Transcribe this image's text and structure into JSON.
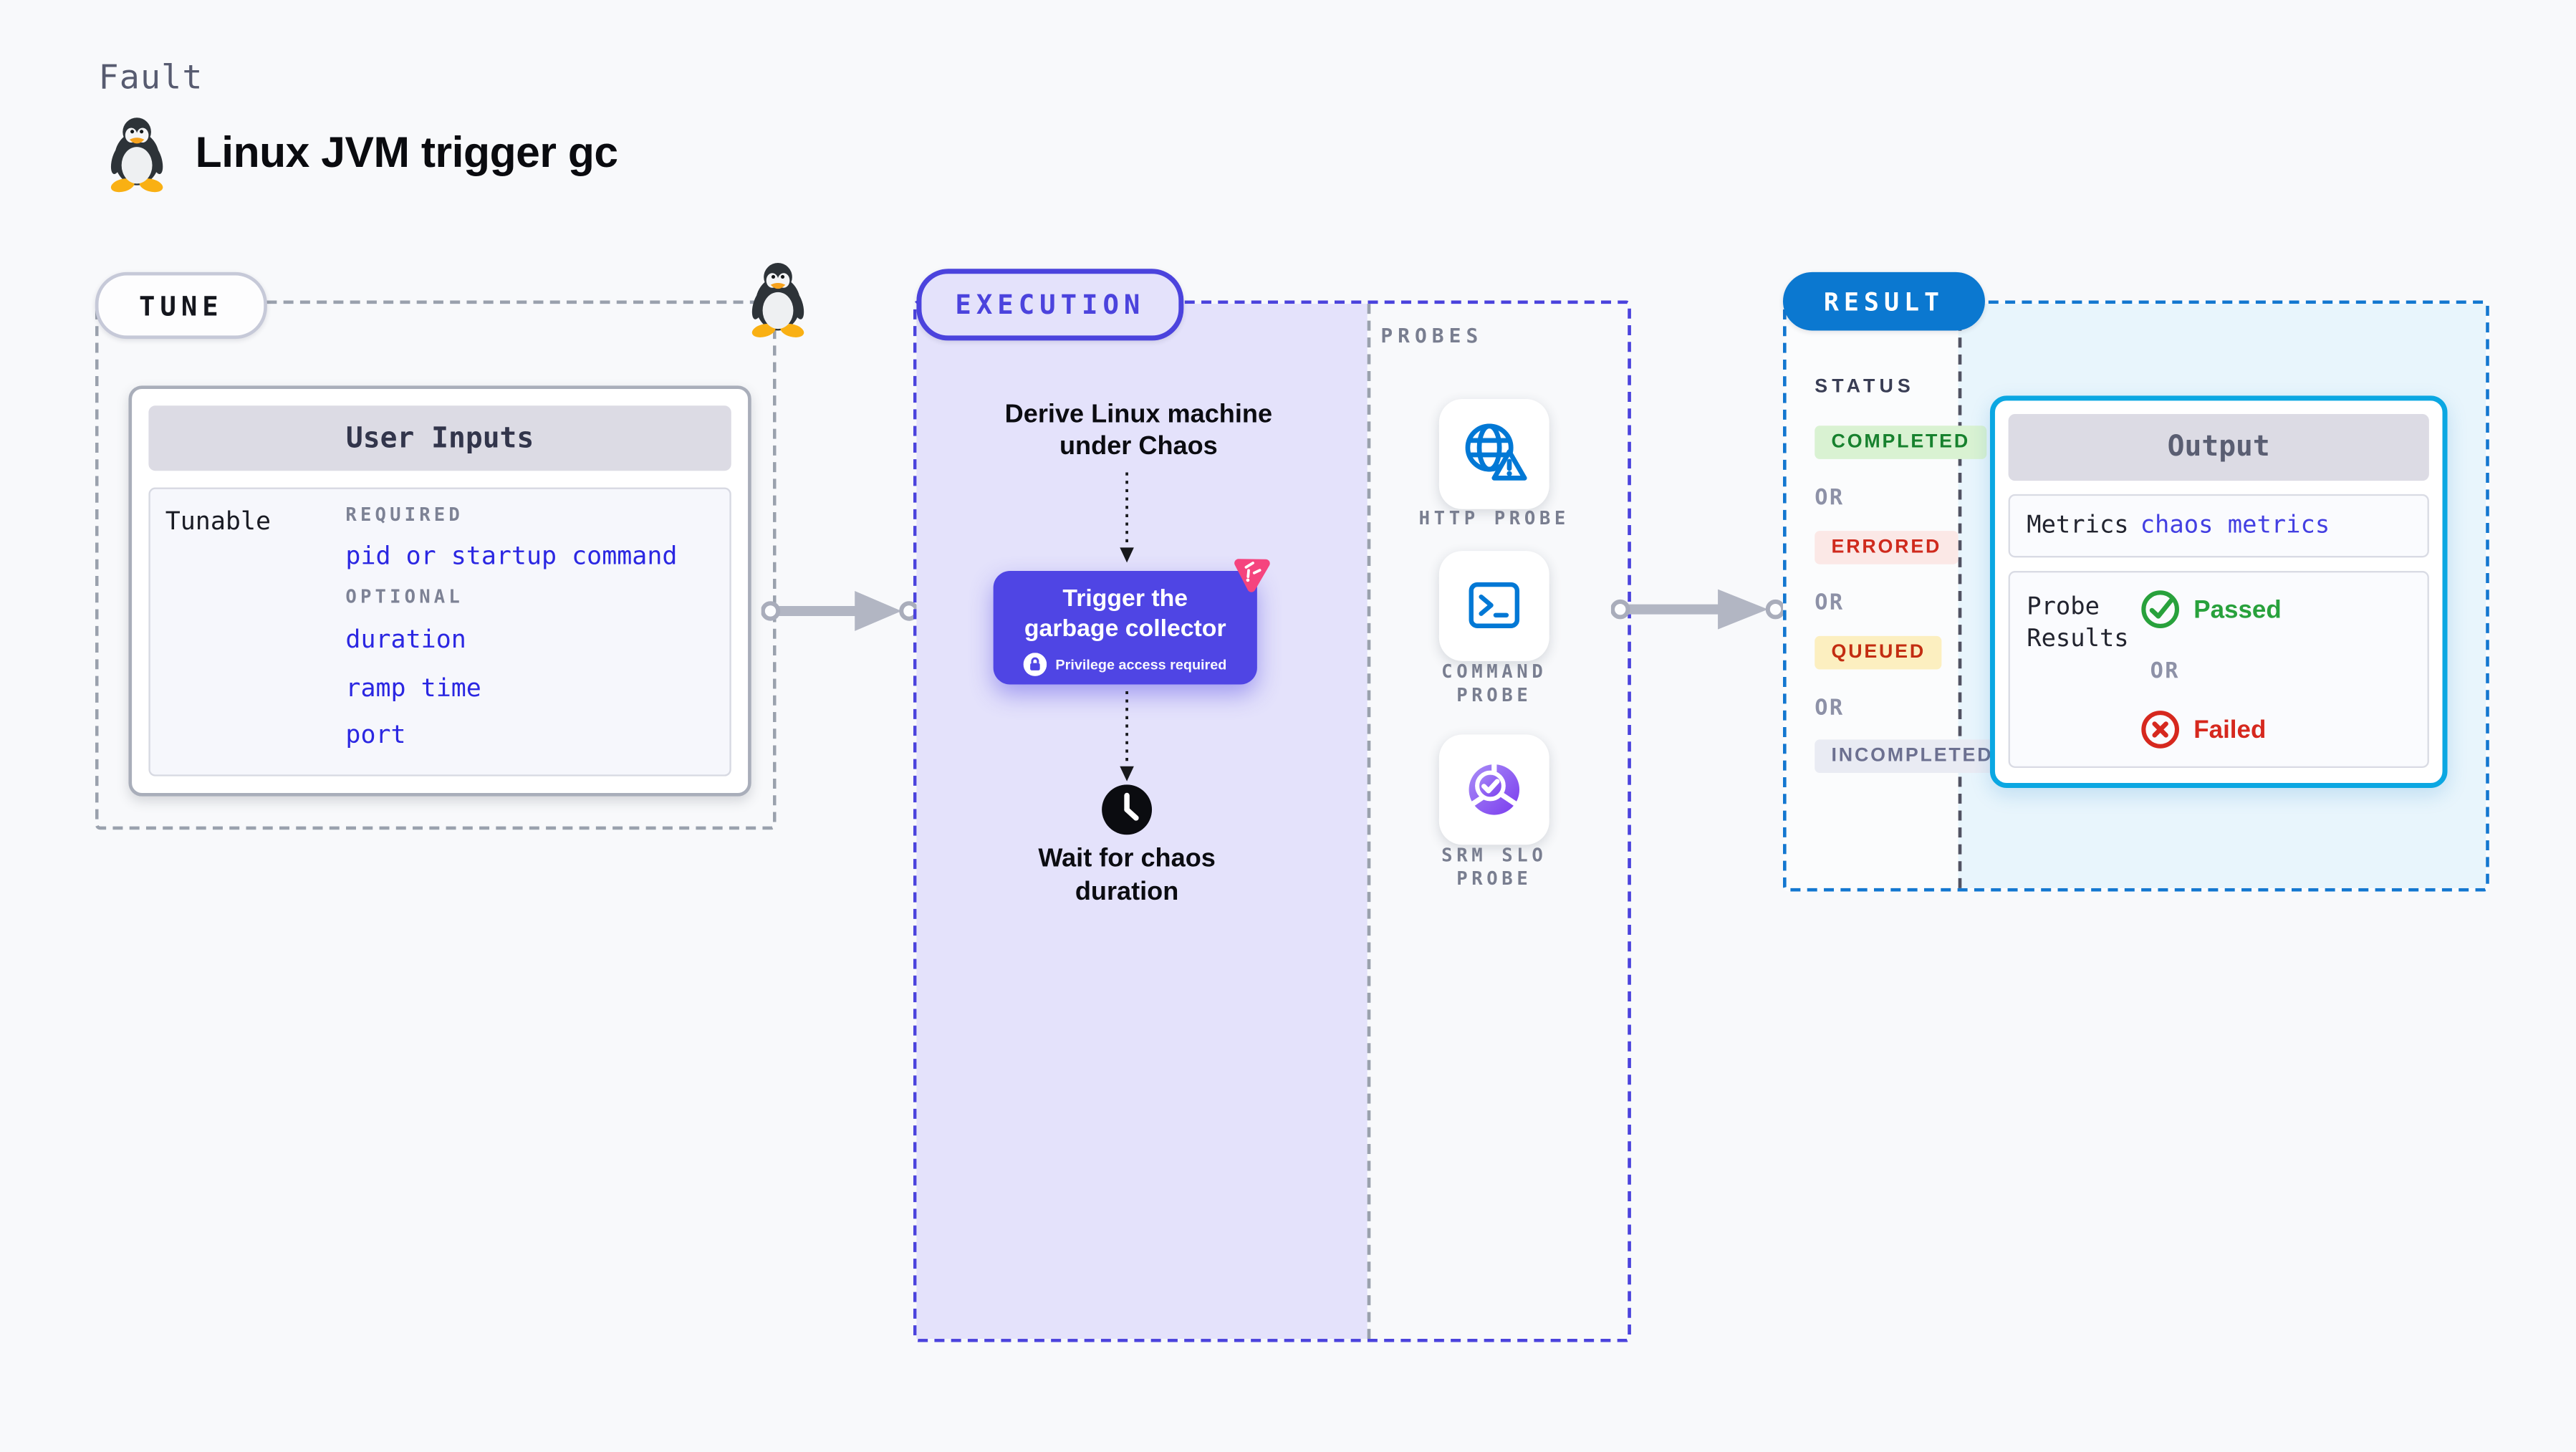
{
  "header": {
    "kicker": "Fault",
    "title": "Linux JVM trigger gc",
    "title_icon": "tux-penguin-icon"
  },
  "tune": {
    "label": "TUNE",
    "corner_icon": "tux-penguin-icon",
    "user_inputs": {
      "title": "User Inputs",
      "row_label": "Tunable",
      "groups": [
        {
          "heading": "REQUIRED",
          "params": [
            "pid or startup command"
          ]
        },
        {
          "heading": "OPTIONAL",
          "params": [
            "duration",
            "ramp time",
            "port"
          ]
        }
      ]
    }
  },
  "execution": {
    "label": "EXECUTION",
    "derive_lines": [
      "Derive Linux machine",
      "under Chaos"
    ],
    "trigger_lines": [
      "Trigger the",
      "garbage collector"
    ],
    "privilege_note": "Privilege access required",
    "wait_lines": [
      "Wait for chaos",
      "duration"
    ]
  },
  "probes": {
    "label": "PROBES",
    "items": [
      {
        "icon": "globe-warning-icon",
        "lines": [
          "HTTP PROBE",
          ""
        ]
      },
      {
        "icon": "terminal-icon",
        "lines": [
          "COMMAND",
          "PROBE"
        ]
      },
      {
        "icon": "slo-donut-check-icon",
        "lines": [
          "SRM SLO",
          "PROBE"
        ]
      }
    ]
  },
  "result": {
    "label": "RESULT",
    "status": {
      "heading": "STATUS",
      "separator": "OR",
      "badges": [
        {
          "label": "COMPLETED",
          "bg": "#d9f2d2",
          "color": "#17812e"
        },
        {
          "label": "ERRORED",
          "bg": "#fbe8e6",
          "color": "#cf2a1d"
        },
        {
          "label": "QUEUED",
          "bg": "#fcefc0",
          "color": "#c32d11"
        },
        {
          "label": "INCOMPLETED",
          "bg": "#e9ebf3",
          "color": "#6c7090"
        }
      ]
    },
    "output": {
      "title": "Output",
      "metrics_label": "Metrics",
      "metrics_value": "chaos metrics",
      "probe_results_lines": [
        "Probe",
        "Results"
      ],
      "passed_label": "Passed",
      "or_label": "OR",
      "failed_label": "Failed"
    }
  },
  "colors": {
    "page_bg": "#f8f9fb",
    "tune_dash": "#9aa1ad",
    "execution_accent": "#4b43dd",
    "execution_bg": "#e4e2fb",
    "result_accent": "#0b78d0",
    "output_border": "#0ba7e2",
    "result_bg": "#e8f5fc",
    "probe_icon_blue": "#0278d5",
    "srm_purple": "#7a3bee",
    "chaos_pink": "#f5447e",
    "param_blue": "#2b27e2",
    "passed_green": "#28a13c",
    "failed_red": "#d6281e"
  }
}
